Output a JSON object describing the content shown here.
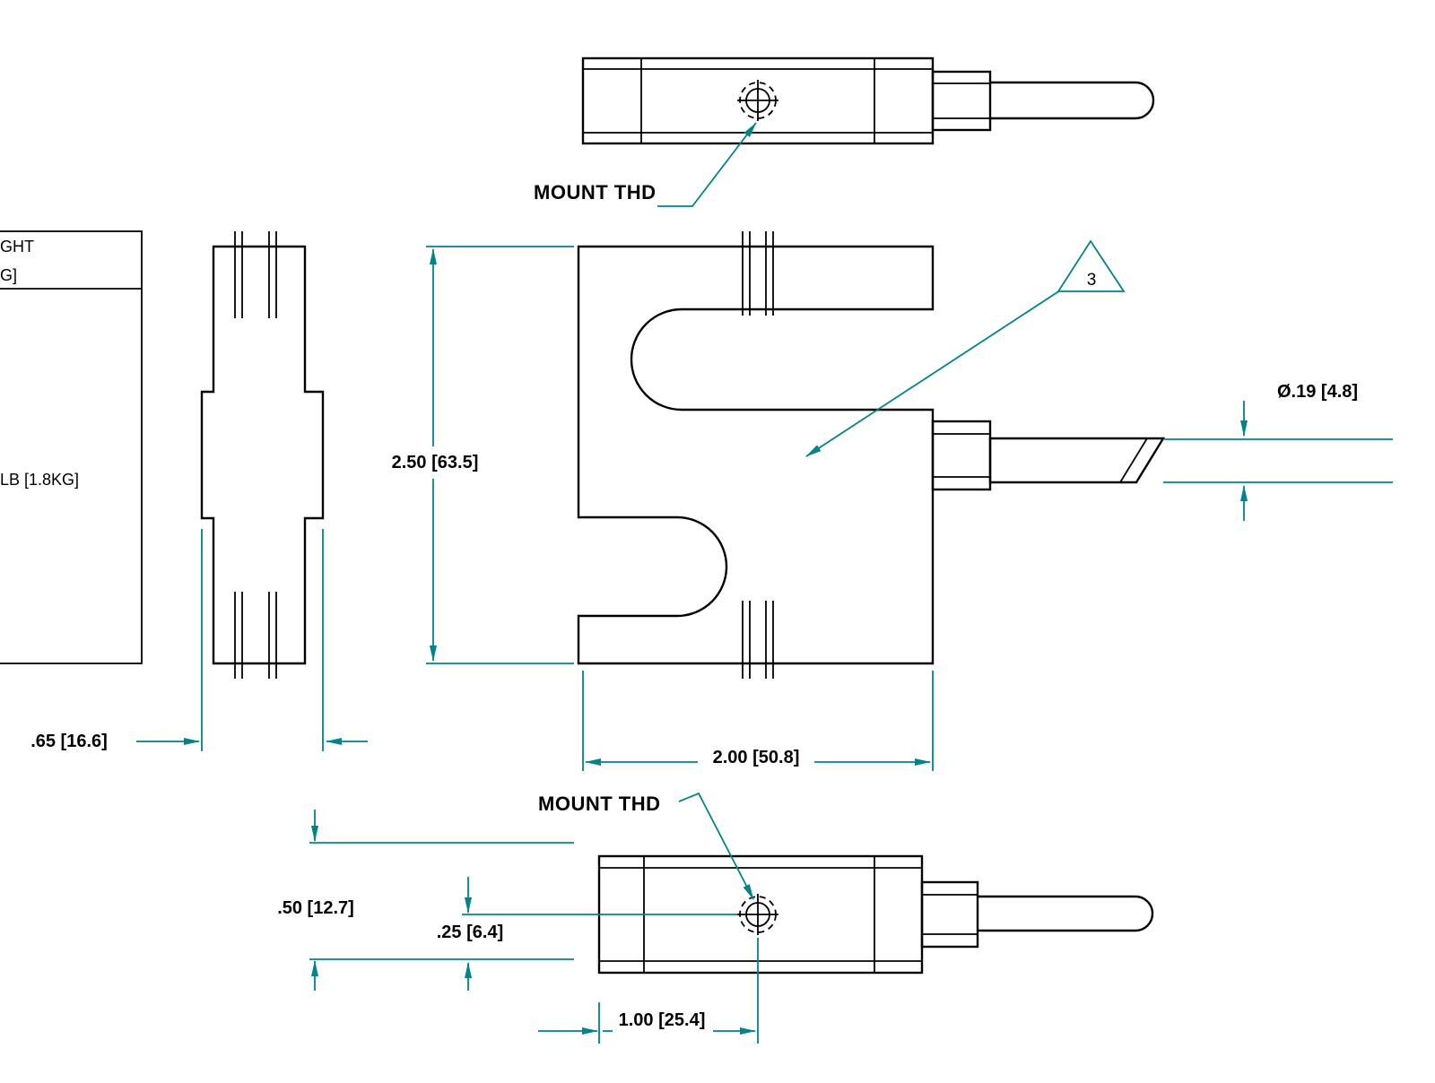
{
  "drawing": {
    "type": "engineering-drawing",
    "colors": {
      "line": "#000000",
      "dimension": "#00838A",
      "background": "#ffffff"
    },
    "annotations": {
      "mount_thd_top": "MOUNT THD",
      "mount_thd_bottom": "MOUNT THD",
      "flag_note": "3"
    },
    "dimensions": {
      "overall_height": "2.50 [63.5]",
      "overall_width": "2.00 [50.8]",
      "cable_diameter": "Ø.19 [4.8]",
      "side_thickness": ".65 [16.6]",
      "mount_offset_half": ".50 [12.7]",
      "mount_offset_quarter": ".25 [6.4]",
      "hole_center_offset": "1.00 [25.4]"
    },
    "table_fragment": {
      "row1": "GHT",
      "row2": "G]",
      "row3": "LB [1.8KG]"
    }
  }
}
